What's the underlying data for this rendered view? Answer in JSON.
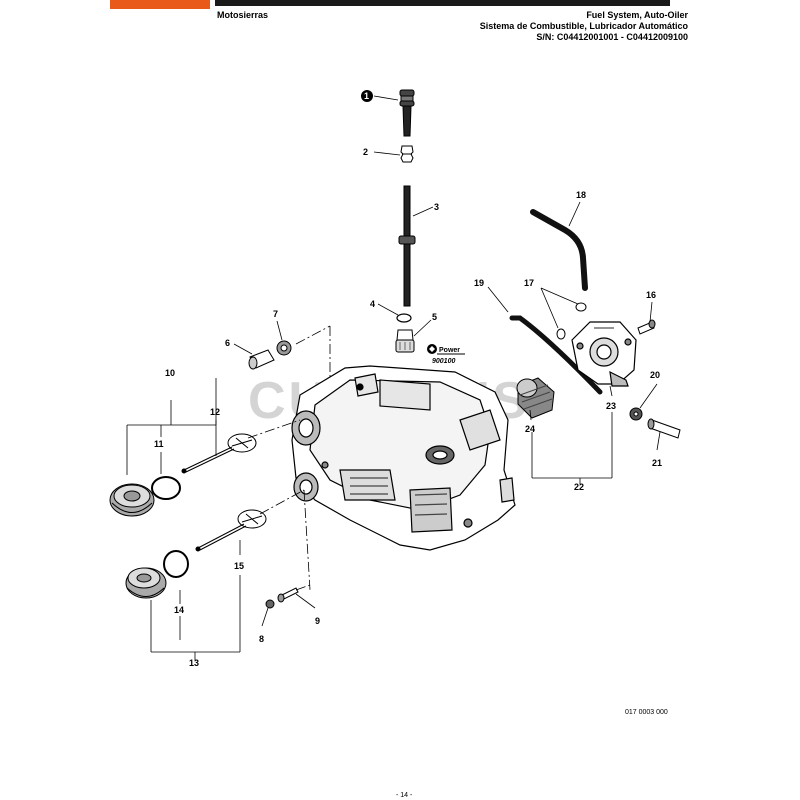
{
  "header": {
    "section": "Motosierras",
    "title_en": "Fuel System, Auto-Oiler",
    "title_es": "Sistema de Combustible, Lubricador Automático",
    "serial": "S/N: C04412001001 - C04412009100",
    "brand_color": "#e8591a",
    "bar_color": "#1a1a1a"
  },
  "watermark": {
    "text": "CUTTER'S"
  },
  "repower": {
    "label": "Power",
    "number": "900100"
  },
  "callouts": {
    "c1": "1",
    "c2": "2",
    "c3": "3",
    "c4": "4",
    "c5": "5",
    "c6": "6",
    "c7": "7",
    "c8": "8",
    "c9": "9",
    "c10": "10",
    "c11": "11",
    "c12": "12",
    "c13": "13",
    "c14": "14",
    "c15": "15",
    "c16": "16",
    "c17": "17",
    "c18": "18",
    "c19": "19",
    "c20": "20",
    "c21": "21",
    "c22": "22",
    "c23": "23",
    "c24": "24"
  },
  "footer": {
    "ref_code": "017 0003 000",
    "page_number": "- 14 -"
  }
}
